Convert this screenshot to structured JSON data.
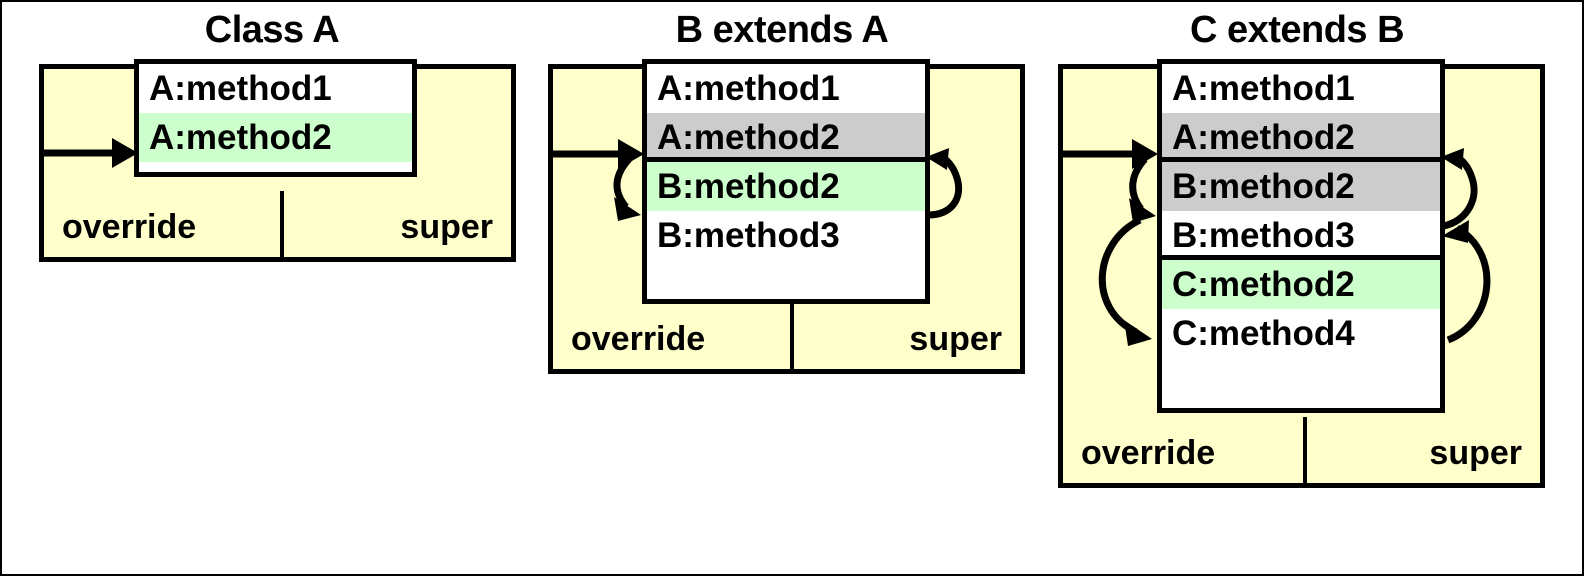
{
  "diagram": {
    "title_font_color": "#000000",
    "colors": {
      "container_fill": "#ffffcc",
      "method_fill": "#ffffff",
      "overridden_fill": "#cccccc",
      "active_fill": "#ccffcc",
      "stroke": "#000000"
    }
  },
  "panels": [
    {
      "id": "class-a",
      "title": "Class A",
      "override_label": "override",
      "super_label": "super",
      "methods": [
        {
          "label": "A:method1",
          "state": "normal"
        },
        {
          "label": "A:method2",
          "state": "active"
        }
      ]
    },
    {
      "id": "b-extends-a",
      "title": "B extends A",
      "override_label": "override",
      "super_label": "super",
      "methods": [
        {
          "label": "A:method1",
          "state": "normal"
        },
        {
          "label": "A:method2",
          "state": "overridden"
        },
        {
          "label": "B:method2",
          "state": "active"
        },
        {
          "label": "B:method3",
          "state": "normal"
        }
      ]
    },
    {
      "id": "c-extends-b",
      "title": "C extends B",
      "override_label": "override",
      "super_label": "super",
      "methods": [
        {
          "label": "A:method1",
          "state": "normal"
        },
        {
          "label": "A:method2",
          "state": "overridden"
        },
        {
          "label": "B:method2",
          "state": "overridden"
        },
        {
          "label": "B:method3",
          "state": "normal"
        },
        {
          "label": "C:method2",
          "state": "active"
        },
        {
          "label": "C:method4",
          "state": "normal"
        }
      ]
    }
  ]
}
